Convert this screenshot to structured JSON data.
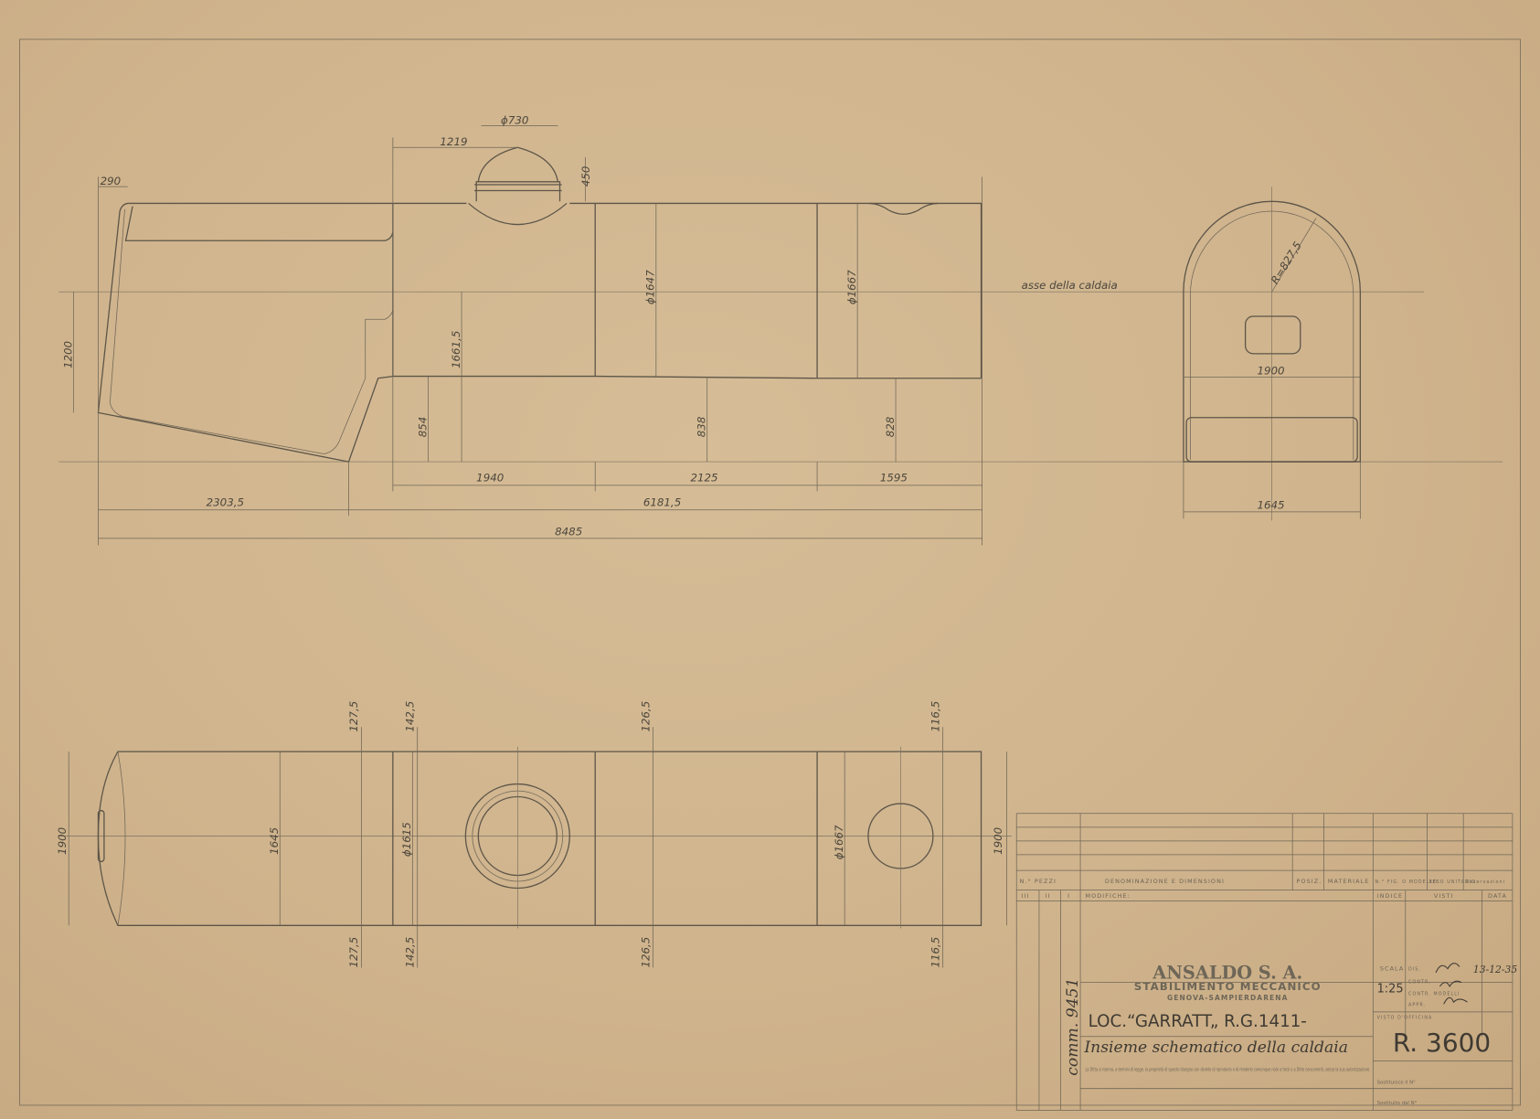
{
  "drawing": {
    "axis_label": "asse della caldaia",
    "side_view": {
      "dims": [
        "290",
        "1219",
        "ϕ730",
        "450",
        "1200",
        "1661,5",
        "854",
        "ϕ1647",
        "838",
        "ϕ1667",
        "828",
        "1940",
        "2125",
        "1595",
        "2303,5",
        "6181,5",
        "8485"
      ]
    },
    "end_view": {
      "dims": [
        "R=827,5",
        "1900",
        "1645"
      ]
    },
    "plan_view": {
      "dims": [
        "1900",
        "1645",
        "ϕ1615",
        "ϕ1667",
        "1900",
        "127,5",
        "127,5",
        "142,5",
        "142,5",
        "126,5",
        "126,5",
        "116,5",
        "116,5"
      ]
    }
  },
  "title_block": {
    "headers": [
      "N.° PEZZI",
      "DENOMINAZIONE E DIMENSIONI",
      "POSIZ.",
      "MATERIALE",
      "N.° FIG. O MODELLO",
      "PESO UNITARIO",
      "Osservazioni"
    ],
    "mod_headers": [
      "III",
      "II",
      "I",
      "MODIFICHE:",
      "INDICE",
      "VISTI",
      "DATA"
    ],
    "company": "ANSALDO S. A.",
    "division": "STABILIMENTO MECCANICO",
    "location": "GENOVA-SAMPIERDARENA",
    "title_line1": "LOC.“GARRATT„ R.G.1411-",
    "title_line2": "Insieme schematico della caldaia",
    "commission": "comm. 9451",
    "scale_label": "SCALA",
    "scale": "1:25",
    "sign_labels": [
      "DIS.",
      "CONTR.",
      "CONTR. MODELLI",
      "APPR.",
      "VISTO D'OFFICINA"
    ],
    "date": "13-12-35",
    "drawing_number": "R. 3600",
    "notice": "La Ditta si riserva, a termini di legge, la proprietà di questo disegno con divieto di riprodurlo o di renderlo comunque noto a terzi o a Ditte concorrenti, senza la sua autorizzazione.",
    "substitute_label": "Sostituisce il N°",
    "replaced_label": "Sostituito dal N°"
  }
}
